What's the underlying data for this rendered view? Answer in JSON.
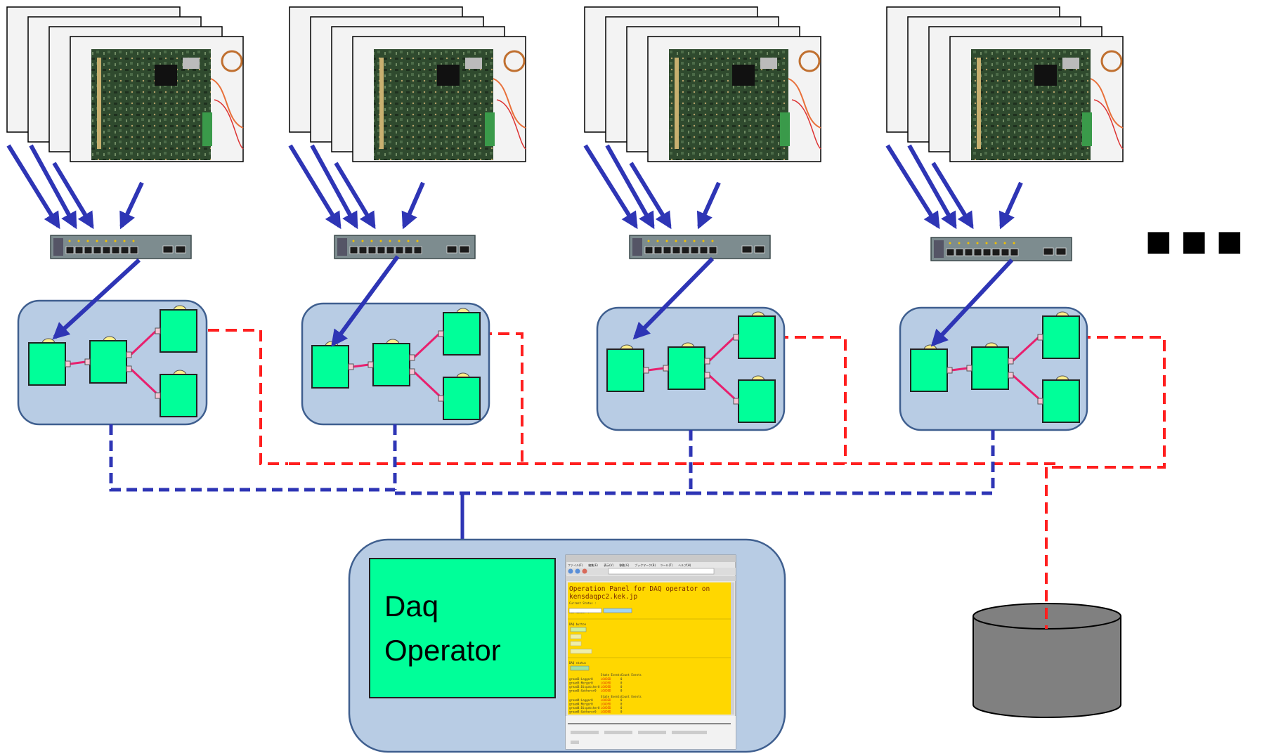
{
  "operator": {
    "label_line1": "Daq",
    "label_line2": "Operator"
  },
  "panel": {
    "menu_items": [
      "ファイル(F)",
      "編集(E)",
      "表示(V)",
      "移動(G)",
      "ブックマーク(B)",
      "ツール(T)",
      "ヘルプ(H)"
    ],
    "heading_line1": "Operation Panel for DAQ operator on",
    "heading_line2": "kensdaqpc2.kek.jp",
    "current_status": "Current Status :",
    "run_number_label": "Run Number :",
    "daq_button": "DAQ button",
    "daq_status": "DAQ status",
    "table_header": "State EventsCount Events",
    "status_rows": [
      {
        "name": "gread3:Logger0",
        "state": "LOADED",
        "count": "0"
      },
      {
        "name": "gread3:Merger0",
        "state": "LOADED",
        "count": "0"
      },
      {
        "name": "gread3:Dispatcher0",
        "state": "LOADED",
        "count": "0"
      },
      {
        "name": "gread3:Gatherer0",
        "state": "LOADED",
        "count": "0"
      }
    ],
    "status_rows2": [
      {
        "name": "gread4:Logger0",
        "state": "LOADED",
        "count": "0"
      },
      {
        "name": "gread4:Merger0",
        "state": "LOADED",
        "count": "0"
      },
      {
        "name": "gread4:Dispatcher0",
        "state": "LOADED",
        "count": "0"
      },
      {
        "name": "gread4:Gatherer0",
        "state": "LOADED",
        "count": "0"
      }
    ]
  },
  "ellipsis": "■ ■ ■",
  "colors": {
    "component_fill": "#00ff99",
    "node_box_fill": "#b8cce4",
    "node_box_stroke": "#3f5f8f",
    "blue_link": "#2e35b5",
    "red_link": "#ff1f1f",
    "pink_link": "#e8206e",
    "panel_yellow": "#ffd700",
    "storage_fill": "#808080"
  }
}
